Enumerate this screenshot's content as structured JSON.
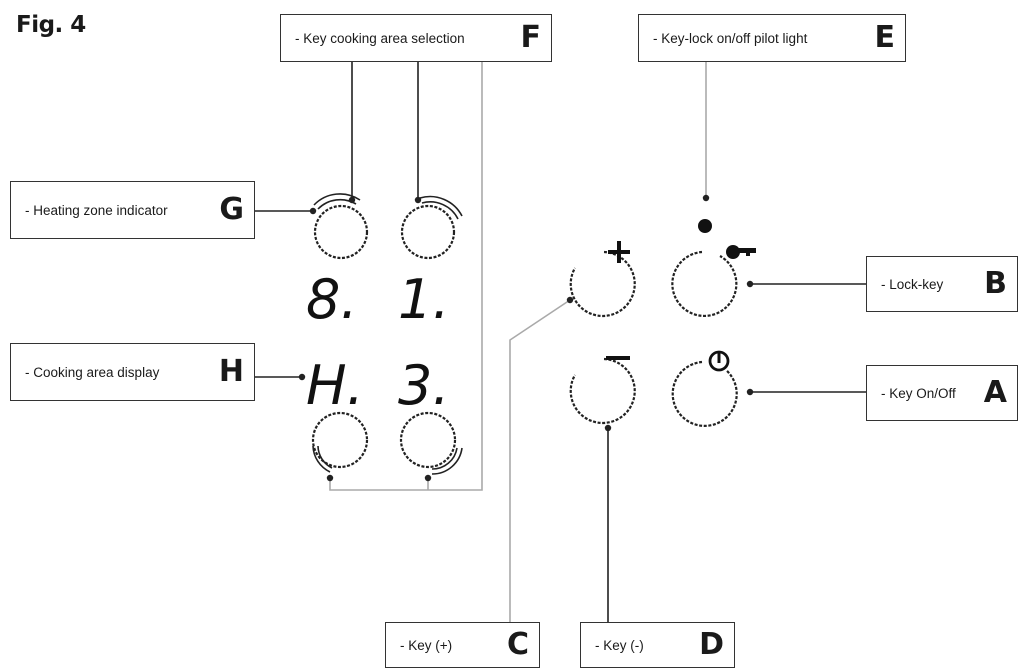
{
  "figure": {
    "title": "Fig. 4"
  },
  "callouts": {
    "F": {
      "text": "- Key cooking area selection",
      "letter": "F"
    },
    "E": {
      "text": "- Key-lock on/off pilot light",
      "letter": "E"
    },
    "G": {
      "text": "- Heating zone indicator",
      "letter": "G"
    },
    "H": {
      "text": "- Cooking area display",
      "letter": "H"
    },
    "B": {
      "text": "- Lock-key",
      "letter": "B"
    },
    "A": {
      "text": "- Key On/Off",
      "letter": "A"
    },
    "C": {
      "text": "- Key (+)",
      "letter": "C"
    },
    "D": {
      "text": "- Key (-)",
      "letter": "D"
    }
  },
  "displays": {
    "top_left": "8.",
    "top_right": "1.",
    "bottom_left": "H.",
    "bottom_right": "3."
  },
  "icons": {
    "plus": "plus-icon",
    "minus": "minus-icon",
    "key": "key-icon",
    "power": "power-icon",
    "pilot": "pilot-light-icon"
  }
}
